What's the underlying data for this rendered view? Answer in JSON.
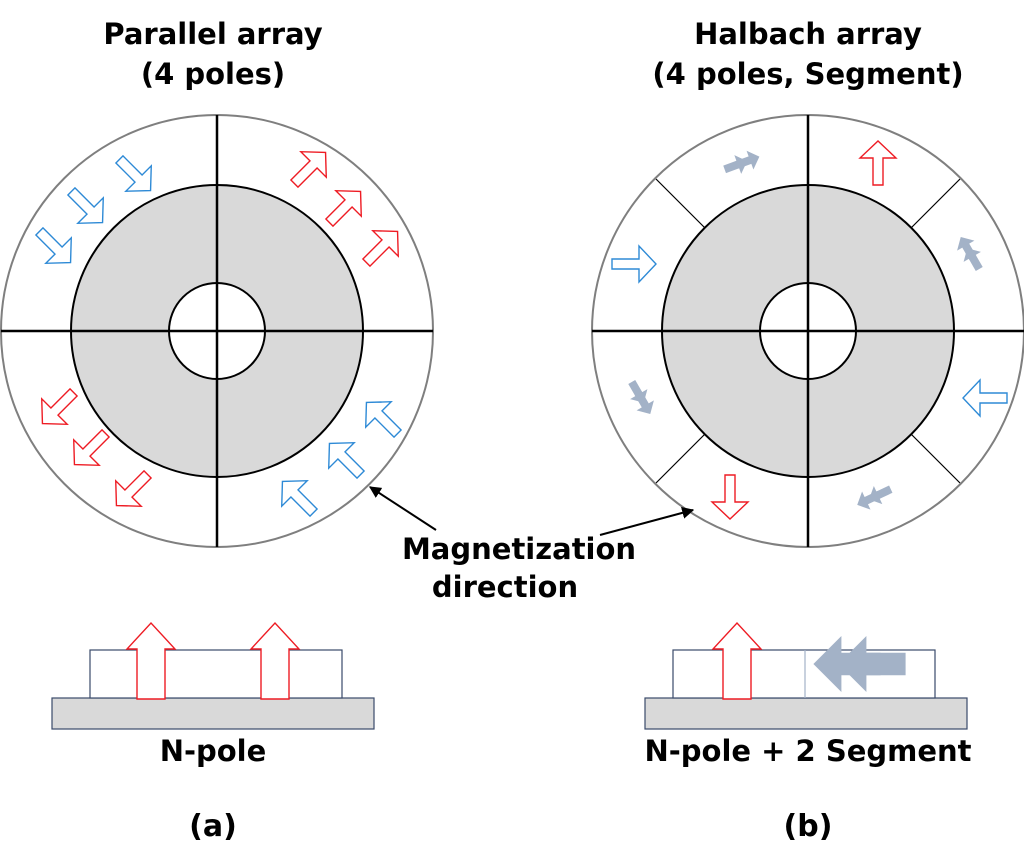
{
  "panel_a": {
    "title_line1": "Parallel array",
    "title_line2": "(4 poles)",
    "bottom_label": "N-pole",
    "letter": "(a)"
  },
  "panel_b": {
    "title_line1": "Halbach array",
    "title_line2": "(4 poles, Segment)",
    "bottom_label": "N-pole + 2 Segment",
    "letter": "(b)"
  },
  "annotation": {
    "line1": "Magnetization",
    "line2": "direction"
  },
  "colors": {
    "red_arrow": "#ee1c24",
    "blue_arrow": "#2e8ad6",
    "gray_arrow": "#a3b2c7",
    "core_fill": "#d9d9d9",
    "ring_stroke": "#7f7f7f",
    "line": "#000000"
  }
}
